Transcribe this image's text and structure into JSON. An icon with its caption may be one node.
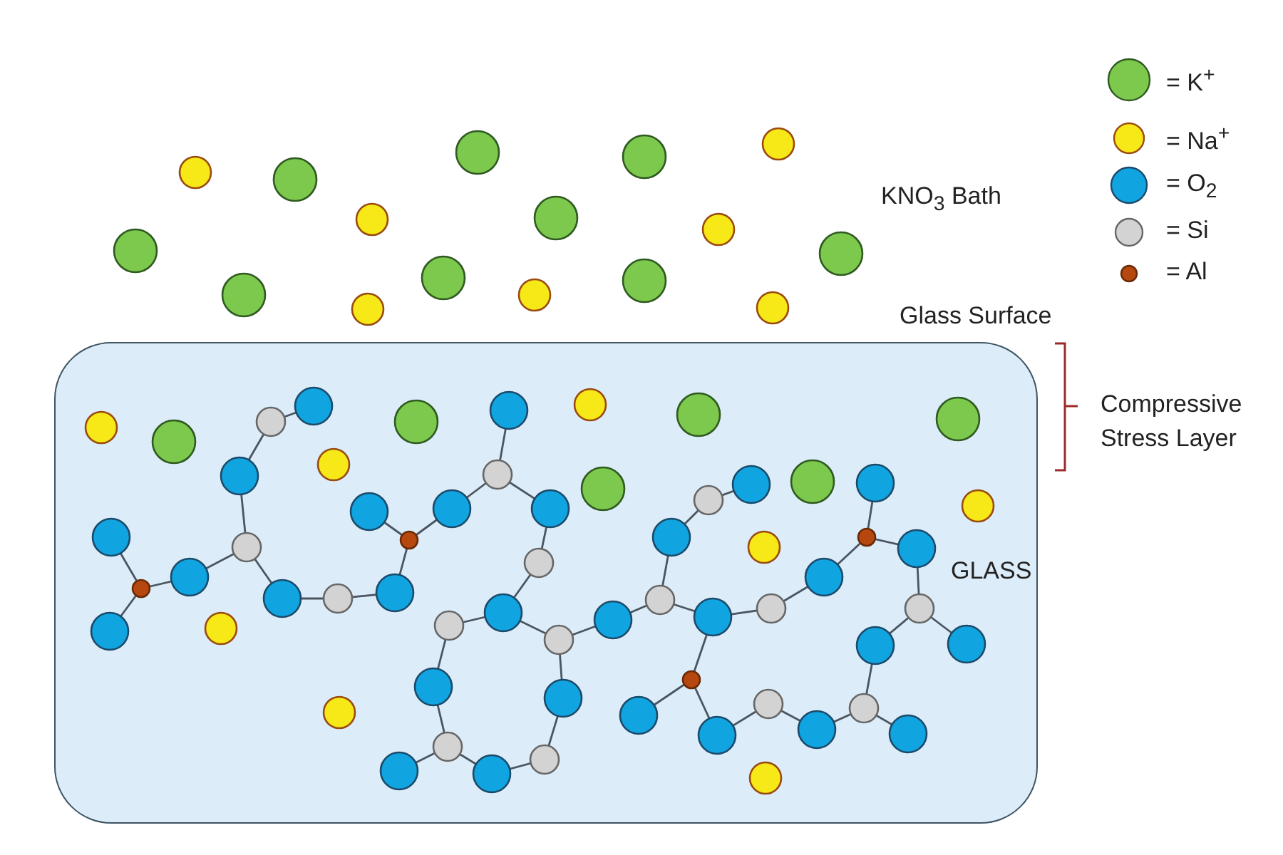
{
  "diagram": {
    "nodes": [
      {
        "text": [
          "Glass Surface",
          "GLASS"
        ]
      }
    ],
    "labels": [
      "KNO$_{3}$ Bath",
      "Compressive Stress Layer"
    ],
    "legend": [
      {
        "text": "= K$^{+}$",
        "color": "#7dc94e"
      },
      {
        "text": "= Na$^{+}$",
        "color": "#f7e817"
      },
      {
        "text": "= O$_{2}$",
        "color": "#10a5e0"
      },
      {
        "text": "= Si",
        "color": "#d3d3d3"
      },
      {
        "text": "= Al",
        "color": "#b5470f"
      }
    ]
  }
}
